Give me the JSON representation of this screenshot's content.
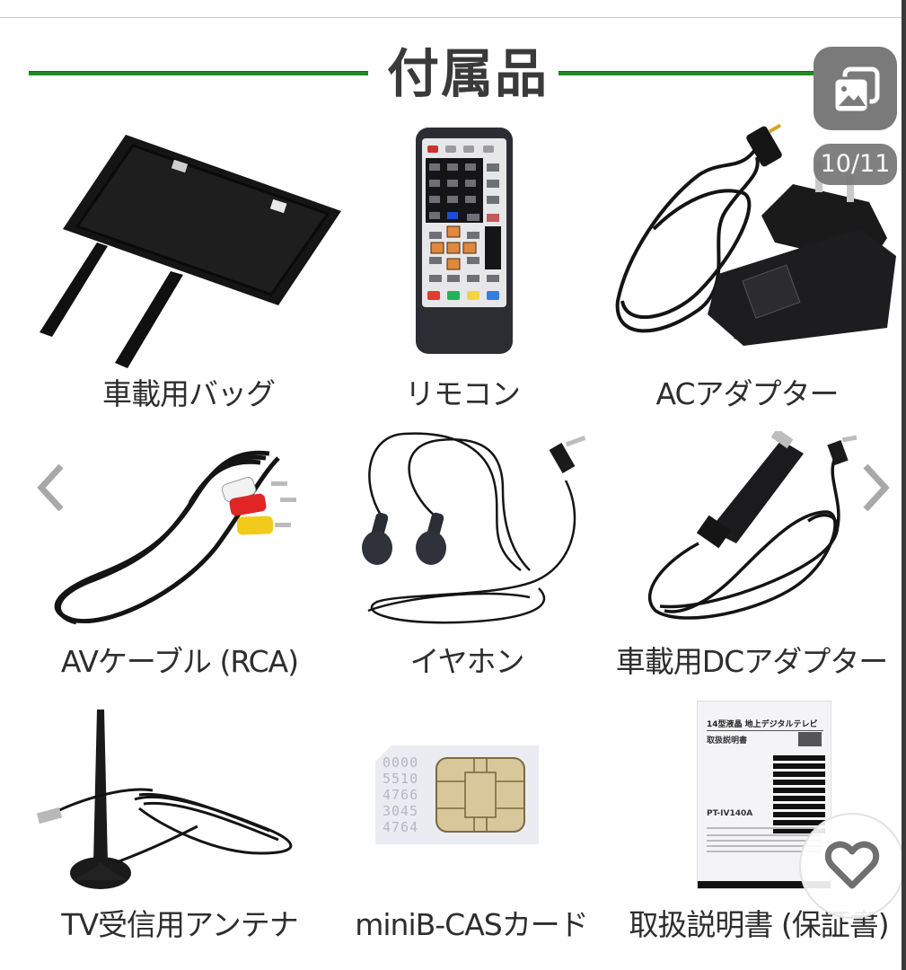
{
  "gallery": {
    "section_title": "付属品",
    "counter": "10/11",
    "current_index": 10,
    "total": 11,
    "accent_color": "#1f8a1f",
    "controls": {
      "gallery_icon": "image-stack-icon",
      "prev_icon": "chevron-left-icon",
      "next_icon": "chevron-right-icon",
      "favorite_icon": "heart-outline-icon"
    },
    "items": [
      {
        "label": "車載用バッグ",
        "image": "car-mount-bag"
      },
      {
        "label": "リモコン",
        "image": "remote-control"
      },
      {
        "label": "ACアダプター",
        "image": "ac-adapter"
      },
      {
        "label": "AVケーブル (RCA)",
        "image": "rca-av-cable"
      },
      {
        "label": "イヤホン",
        "image": "earphones"
      },
      {
        "label": "車載用DCアダプター",
        "image": "car-dc-adapter"
      },
      {
        "label": "TV受信用アンテナ",
        "image": "tv-antenna"
      },
      {
        "label": "miniB-CASカード",
        "image": "minib-cas-card"
      },
      {
        "label": "取扱説明書 (保証書)",
        "image": "instruction-manual"
      }
    ],
    "cas_card_numbers": [
      "0000",
      "5510",
      "4766",
      "3045",
      "4764"
    ],
    "manual": {
      "title_line": "14型液晶 地上デジタルテレビ",
      "subtitle": "取扱説明書",
      "model": "PT-IV140A"
    }
  }
}
